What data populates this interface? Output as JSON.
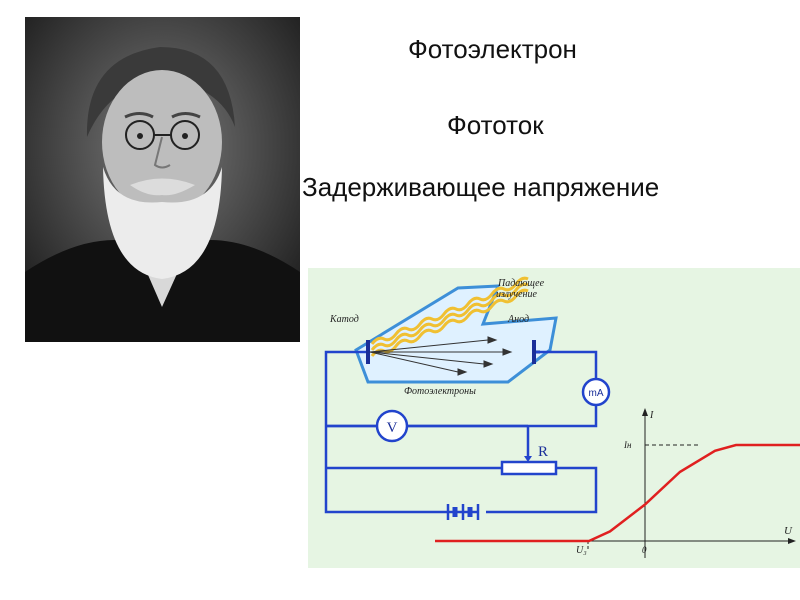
{
  "terms": [
    "Фотоэлектрон",
    "Фототок",
    "Задерживающее напряжение"
  ],
  "portrait": {
    "icon": "portrait-photo-icon"
  },
  "circuit": {
    "incident_label_1": "Падающее",
    "incident_label_2": "излучение",
    "cathode_label": "Катод",
    "anode_label": "Анод",
    "electrons_label": "Фотоэлектроны",
    "ammeter_label": "mA",
    "voltmeter_label": "V",
    "resistor_label": "R"
  },
  "chart_data": {
    "type": "line",
    "xlabel": "U",
    "ylabel": "I",
    "x_ticks": [
      "U₃",
      "0"
    ],
    "y_ticks": [
      "Iн"
    ],
    "series": [
      {
        "x": [
          -6,
          -1.6,
          -1,
          0,
          1,
          2,
          2.6,
          3,
          7
        ],
        "y": [
          0,
          0,
          0.1,
          0.38,
          0.72,
          0.94,
          1.0,
          1.0,
          1.0
        ]
      }
    ]
  },
  "colors": {
    "panel_bg": "#e6f5e3",
    "wire": "#2244cc",
    "tube_outline": "#3d8fd8",
    "tube_fill": "#dff1ff",
    "light_wave": "#f0c032",
    "curve": "#e02020"
  }
}
